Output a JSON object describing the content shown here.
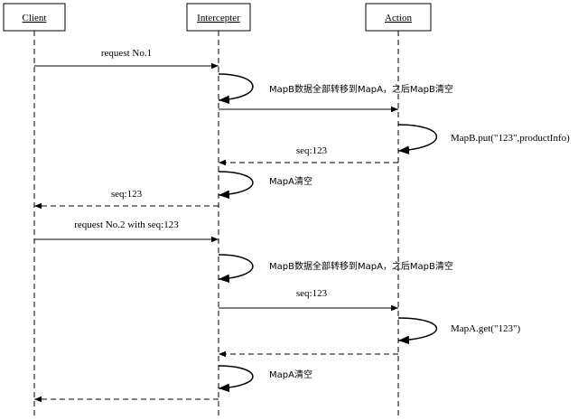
{
  "participants": [
    {
      "id": "client",
      "label": "Client"
    },
    {
      "id": "intercepter",
      "label": "Intercepter"
    },
    {
      "id": "action",
      "label": "Action"
    }
  ],
  "messages": [
    {
      "id": "m1",
      "label": "request No.1"
    },
    {
      "id": "s1",
      "label": "MapB数据全部转移到MapA，之后MapB清空"
    },
    {
      "id": "m2",
      "label": ""
    },
    {
      "id": "s2",
      "label": "MapB.put(\"123\",productInfo)"
    },
    {
      "id": "m3",
      "label": "seq:123"
    },
    {
      "id": "s3",
      "label": "MapA清空"
    },
    {
      "id": "m4",
      "label": "seq:123"
    },
    {
      "id": "m5",
      "label": "request No.2 with seq:123"
    },
    {
      "id": "s4",
      "label": "MapB数据全部转移到MapA，之后MapB清空"
    },
    {
      "id": "m6",
      "label": "seq:123"
    },
    {
      "id": "s5",
      "label": "MapA.get(\"123\")"
    },
    {
      "id": "m7",
      "label": ""
    },
    {
      "id": "s6",
      "label": "MapA清空"
    },
    {
      "id": "m8",
      "label": ""
    }
  ]
}
